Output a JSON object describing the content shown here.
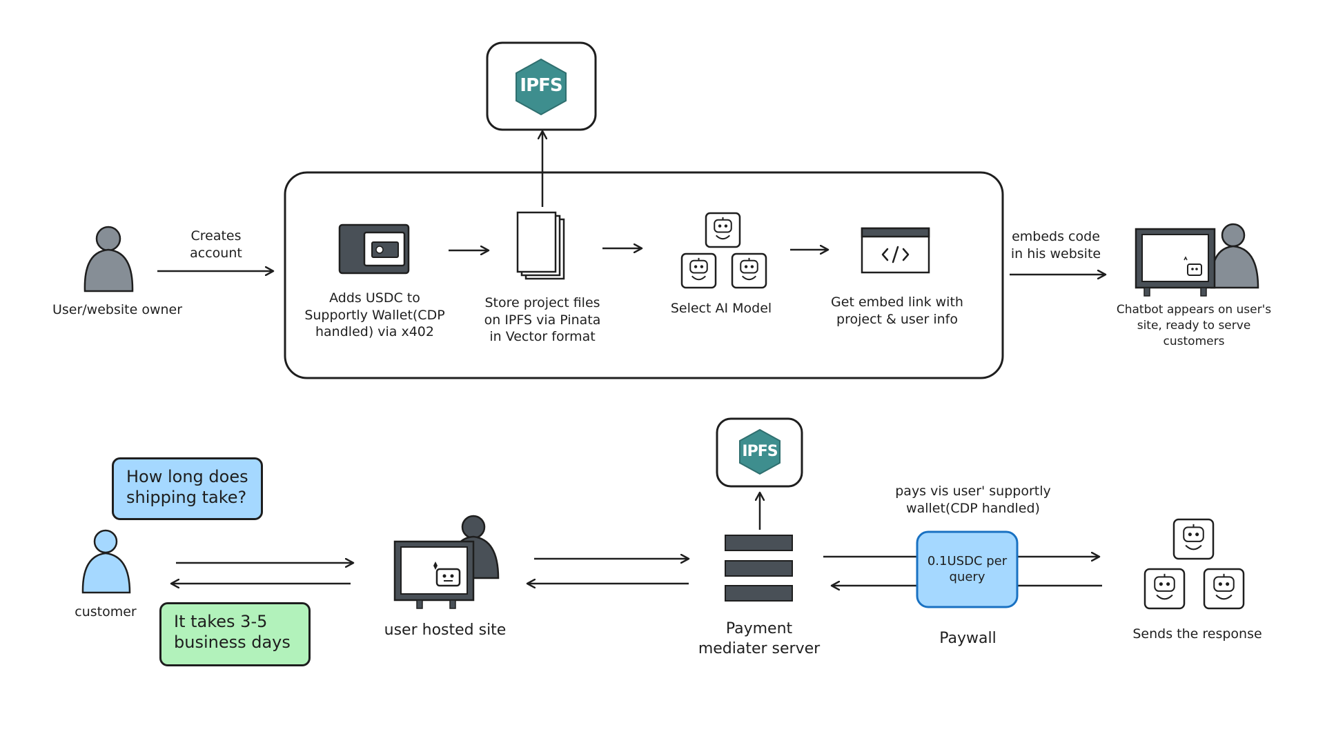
{
  "onboarding": {
    "user_label": "User/website owner",
    "creates_account_label": "Creates\naccount",
    "wallet_step_label": "Adds USDC to\nSupportly Wallet(CDP\nhandled) via x402",
    "store_step_label": "Store project files\non IPFS via Pinata\nin Vector format",
    "model_step_label": "Select AI Model",
    "embed_step_label": "Get embed link with\nproject & user info",
    "embeds_code_label": "embeds code\nin his website",
    "chatbot_site_label": "Chatbot appears on user's\nsite, ready to serve\ncustomers",
    "ipfs_logo_text": "IPFS"
  },
  "query_flow": {
    "question_bubble": "How long does\nshipping take?",
    "answer_bubble": "It takes 3-5\nbusiness days",
    "customer_label": "customer",
    "hosted_site_label": "user hosted site",
    "server_label": "Payment\nmediater server",
    "ipfs_logo_text": "IPFS",
    "pays_label": "pays vis user' supportly\nwallet(CDP handled)",
    "paywall_box_label": "0.1USDC per\nquery",
    "paywall_label": "Paywall",
    "response_label": "Sends the response"
  },
  "colors": {
    "ink": "#1e1e1e",
    "figure_gray": "#868e96",
    "customer_blue": "#a5d8ff",
    "answer_green": "#b2f2bb",
    "paywall_blue": "#a5d8ff",
    "paywall_border": "#1971c2",
    "ipfs_teal": "#3e8e8e",
    "monitor_dark": "#495057"
  },
  "icons": {
    "user": "person-icon",
    "wallet": "wallet-icon",
    "files": "documents-icon",
    "robots": "robot-icon",
    "embed": "code-window-icon",
    "monitor": "monitor-icon",
    "server": "server-stack-icon",
    "ipfs": "ipfs-logo"
  }
}
